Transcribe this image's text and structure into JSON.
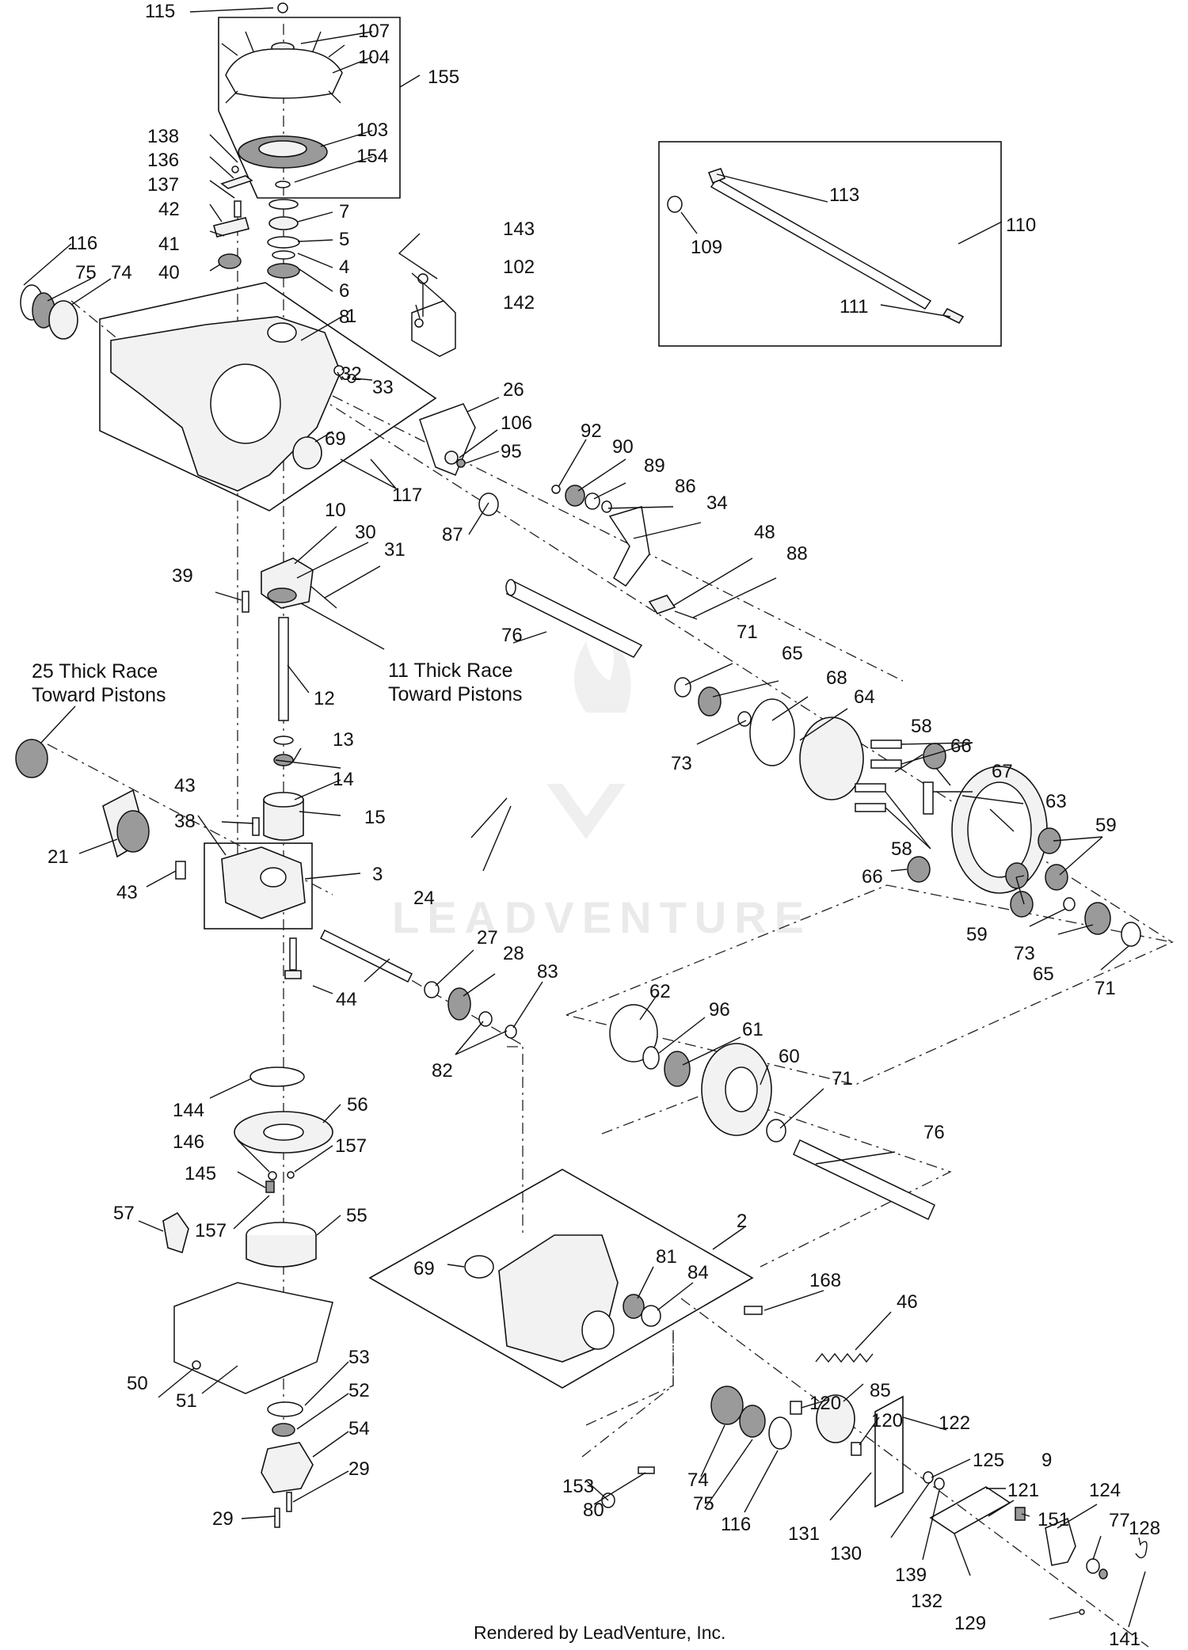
{
  "footer": "Rendered by LeadVenture, Inc.",
  "watermark": "LEADVENTURE",
  "callouts": {
    "n115": "115",
    "n107": "107",
    "n104": "104",
    "n155": "155",
    "n103": "103",
    "n154": "154",
    "n138": "138",
    "n136": "136",
    "n137": "137",
    "n42": "42",
    "n41": "41",
    "n40": "40",
    "n7": "7",
    "n5": "5",
    "n4": "4",
    "n6": "6",
    "n8": "8",
    "n116a": "116",
    "n75a": "75",
    "n74a": "74",
    "n1": "1",
    "n143": "143",
    "n102": "102",
    "n142": "142",
    "n113": "113",
    "n109": "109",
    "n110": "110",
    "n111": "111",
    "n32": "32",
    "n33": "33",
    "n69a": "69",
    "n26": "26",
    "n106": "106",
    "n95": "95",
    "n117": "117",
    "n92": "92",
    "n90": "90",
    "n89": "89",
    "n86": "86",
    "n34": "34",
    "n87": "87",
    "n48": "48",
    "n88": "88",
    "n10": "10",
    "n30": "30",
    "n31": "31",
    "n39": "39",
    "n76a": "76",
    "n12": "12",
    "n71a": "71",
    "n65a": "65",
    "n68": "68",
    "n64": "64",
    "n73a": "73",
    "n58a": "58",
    "n66a": "66",
    "n67": "67",
    "n58b": "58",
    "n63": "63",
    "n59a": "59",
    "n66b": "66",
    "n59b": "59",
    "n73b": "73",
    "n65b": "65",
    "n71b": "71",
    "n13": "13",
    "n14": "14",
    "n15": "15",
    "n43a": "43",
    "n21": "21",
    "n38": "38",
    "n3": "3",
    "n43b": "43",
    "n24": "24",
    "n27": "27",
    "n28": "28",
    "n83": "83",
    "n82": "82",
    "n44": "44",
    "n62": "62",
    "n96": "96",
    "n61": "61",
    "n60": "60",
    "n71c": "71",
    "n76b": "76",
    "n144": "144",
    "n56": "56",
    "n146": "146",
    "n157a": "157",
    "n145": "145",
    "n57": "57",
    "n157b": "157",
    "n55": "55",
    "n2": "2",
    "n69b": "69",
    "n81": "81",
    "n84": "84",
    "n168": "168",
    "n46": "46",
    "n50": "50",
    "n51": "51",
    "n53": "53",
    "n52": "52",
    "n54": "54",
    "n29a": "29",
    "n29b": "29",
    "n120a": "120",
    "n85": "85",
    "n120b": "120",
    "n122": "122",
    "n125": "125",
    "n9": "9",
    "n121": "121",
    "n74b": "74",
    "n75b": "75",
    "n116b": "116",
    "n153": "153",
    "n80": "80",
    "n131": "131",
    "n130": "130",
    "n139": "139",
    "n151": "151",
    "n124": "124",
    "n77": "77",
    "n128": "128",
    "n132": "132",
    "n129": "129",
    "n141": "141"
  },
  "notes": {
    "race25_line1": "25 Thick Race",
    "race25_line2": "Toward Pistons",
    "race11_line1": "11 Thick Race",
    "race11_line2": "Toward Pistons"
  }
}
